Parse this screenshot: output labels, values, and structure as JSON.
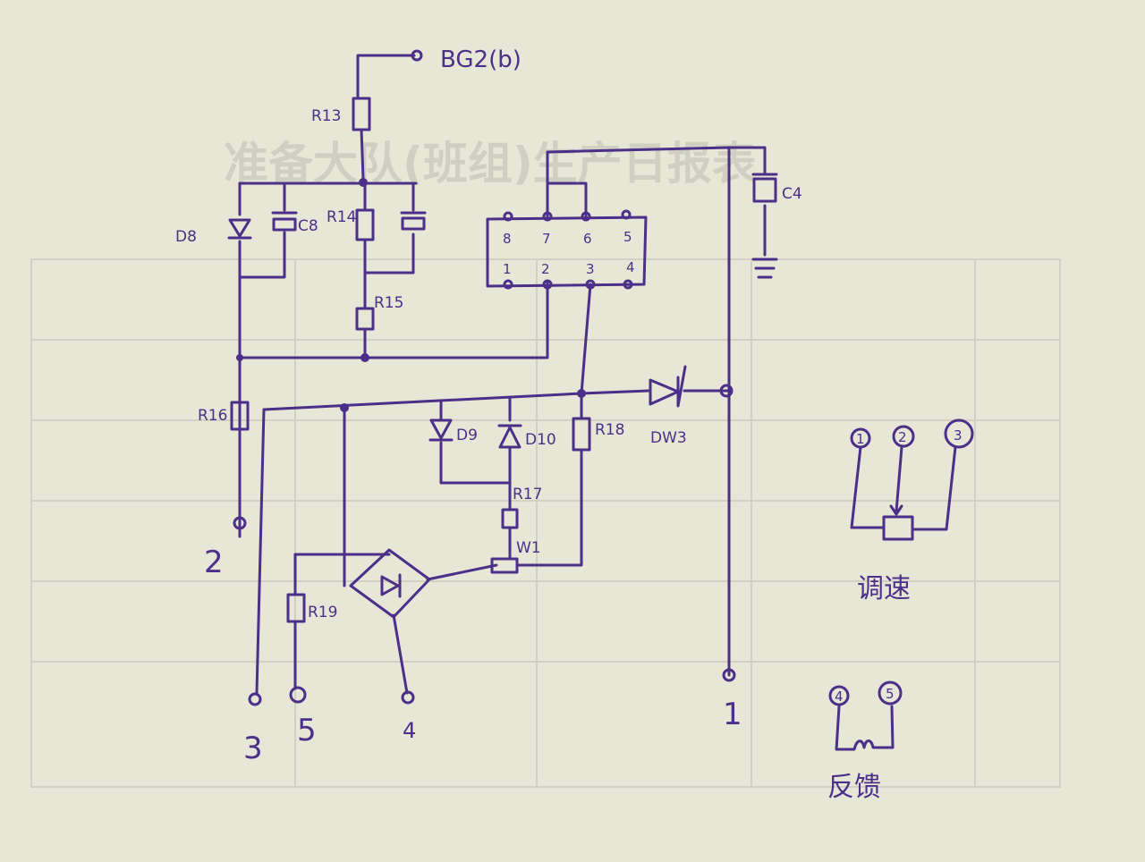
{
  "title_label": "BG2(b)",
  "components": {
    "r13": "R13",
    "r14": "R14",
    "r15": "R15",
    "r16": "R16",
    "r17": "R17",
    "r18": "R18",
    "r19": "R19",
    "c4": "C4",
    "c8": "C8",
    "d8": "D8",
    "d9": "D9",
    "d10": "D10",
    "dw3": "DW3",
    "w1": "W1"
  },
  "ic_pins": [
    "8",
    "7",
    "6",
    "5",
    "1",
    "2",
    "3",
    "4"
  ],
  "terminals": [
    "1",
    "2",
    "3",
    "4",
    "5"
  ],
  "speed_pins": [
    "1",
    "2",
    "3"
  ],
  "speed_label": "调速",
  "feedback_pins": [
    "4",
    "5"
  ],
  "feedback_label": "反馈",
  "background_header": "准备大队(班组)生产日报表"
}
